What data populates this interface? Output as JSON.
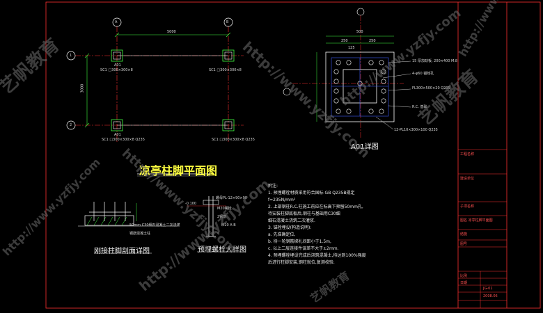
{
  "drawing": {
    "plan_title": "凉亭柱脚平面图",
    "detail_a01_title": "A01详图",
    "section_title": "刚接柱脚剖面详图",
    "bolt_title": "预埋螺栓大样图"
  },
  "plan": {
    "axis_a": "A",
    "axis_b": "B",
    "axis_1": "1",
    "axis_2": "2",
    "dim_horizontal": "5000",
    "dim_vertical": "3000",
    "column_tag": "A01",
    "col_label_full": "SC1 □300×300×8 Q235",
    "col_label_short": "SC1 □300×300×8"
  },
  "a01": {
    "dim_total": "500",
    "dim_1": "250",
    "dim_2": "125",
    "callout_1": "15 厚加劲板, 200×400 M.8",
    "callout_2": "4-φ60 锚栓孔",
    "callout_3": "PL300×500×20 Q235",
    "callout_4": "R.C. 基础",
    "callout_5": "12-PL10×300×100 Q235"
  },
  "section": {
    "callout_1": "50mm C30细石混凝土二次浇灌",
    "callout_2": "钢筋混凝土柱"
  },
  "bolt": {
    "callout_1": "螺母PL-12×90×90",
    "callout_2": "M20螺栓",
    "elev": "-0.100",
    "callout_3": "2钢筋",
    "callout_4": "M20 A B"
  },
  "notes": {
    "heading": "附注:",
    "lines": [
      "1. 预埋螺栓材质采用符合国标 GB Q235B规定",
      "   f=235N/mm²",
      "2. 上部钢柱R.C.柱施工前应在标高下预留50mm孔,",
      "   待安装柱脚底板后,钢柱与基础用C30细",
      "   细石混凝土浇筑二次灌浆.",
      "3. 锚栓埋设(构造说明):",
      "   a. 先准确定位,",
      "   b. 待一轮钢筋绑扎间距小于1.5m,",
      "   c. 以上二层连接件误差不大于±2mm.",
      "4. 预埋螺栓埋设完成后浇筑混凝土,待达到100%强度",
      "   后进行柱脚安装,钢柱就位,复测校验."
    ]
  },
  "title_block": {
    "rows": [
      "工程名称",
      "建设单位",
      "子项名称",
      "图名 凉亭柱脚平面图",
      "结施",
      "图号",
      "比例",
      "日期"
    ],
    "sheet_no": "JG-01",
    "date": "2008.06"
  },
  "watermark": {
    "brand": "艺帆教育",
    "url": "http://www.yzfjy.com"
  },
  "colors": {
    "background": "#000000",
    "lines": "#ffffff",
    "frame": "#ff3030",
    "axis_circle": "#ffffff",
    "axis_line": "#ff3030",
    "column": "#40ff40",
    "grid": "#4060ff",
    "title": "#ffff40",
    "dim": "#40ff40"
  }
}
